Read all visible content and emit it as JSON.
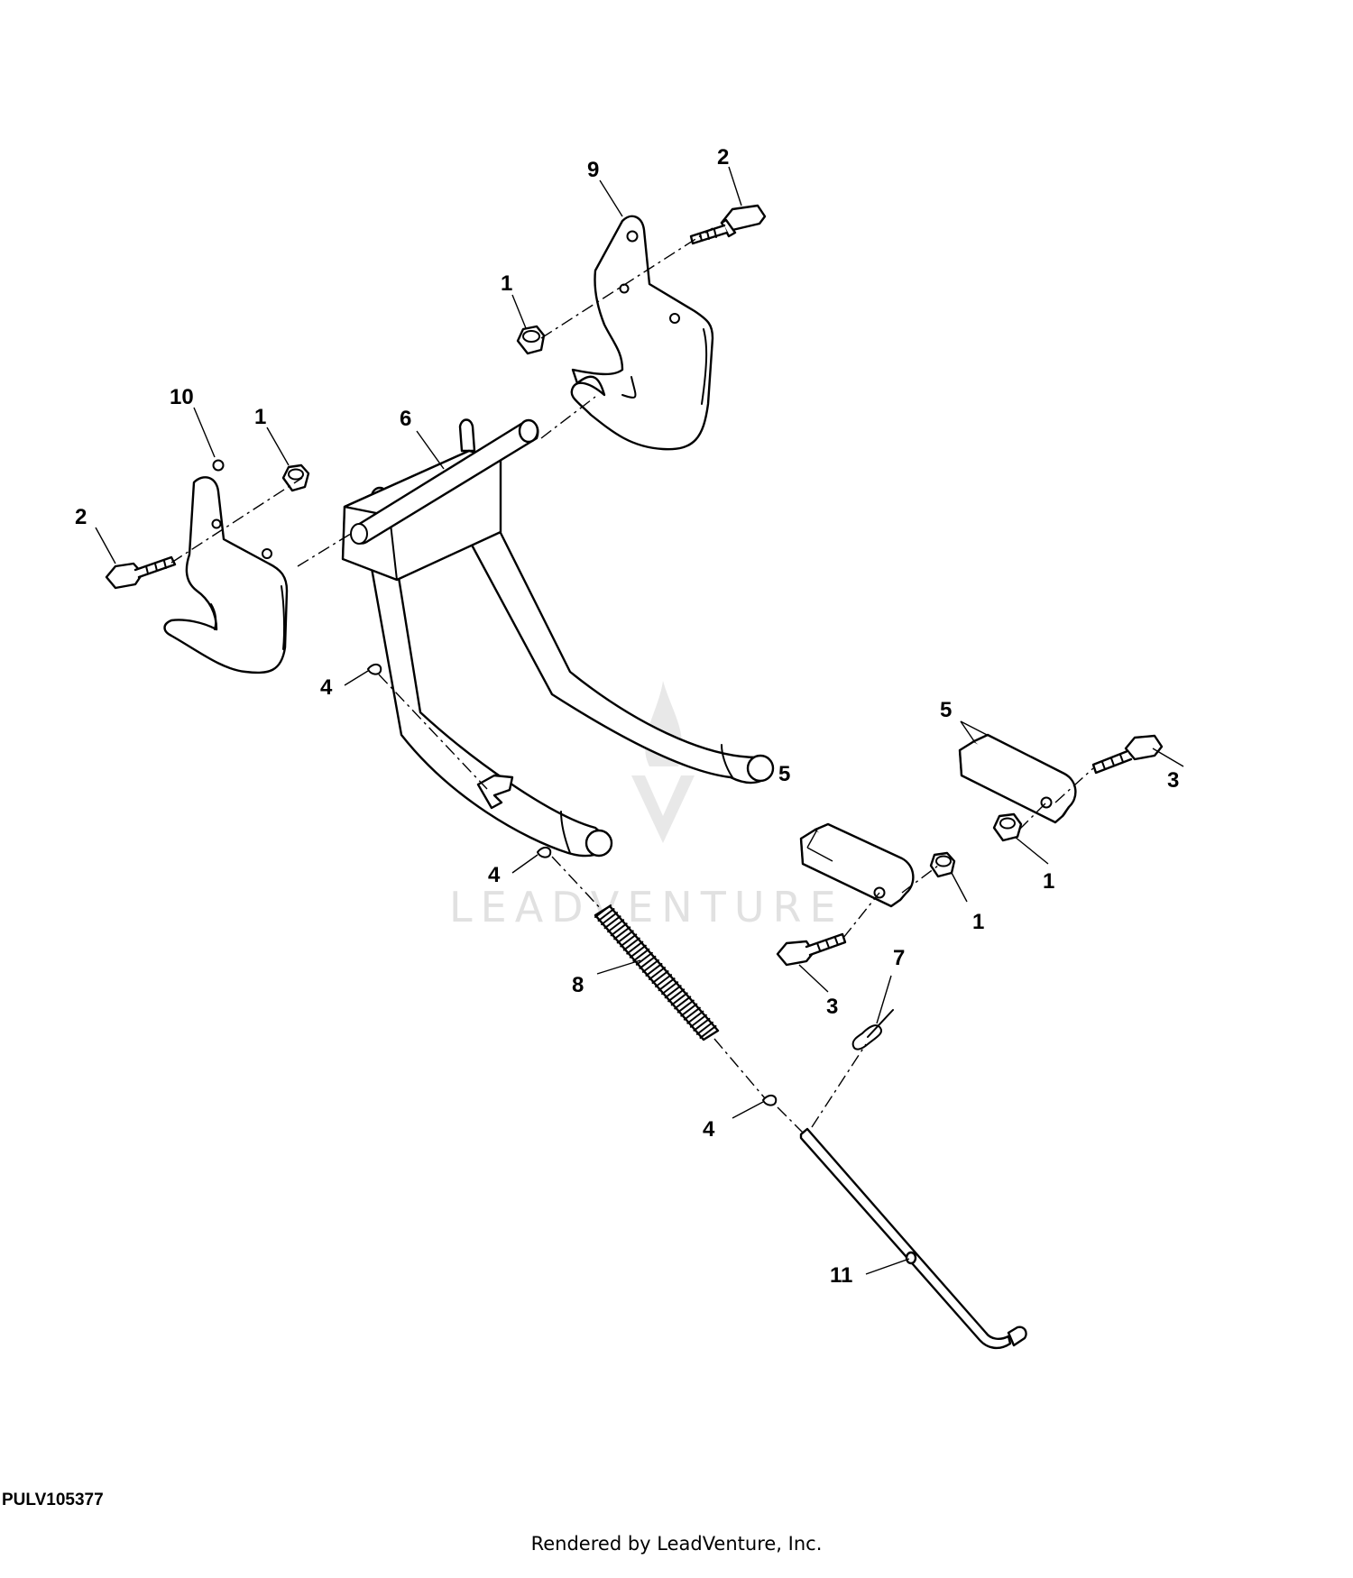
{
  "figure_id": "PULV105377",
  "render_credit": "Rendered by LeadVenture, Inc.",
  "watermark": "LEADVENTURE",
  "callouts": {
    "c9": "9",
    "c2a": "2",
    "c1a": "1",
    "c10": "10",
    "c1b": "1",
    "c6": "6",
    "c2b": "2",
    "c4a": "4",
    "c5a": "5",
    "c3a": "3",
    "c5b": "5",
    "c1c": "1",
    "c1d": "1",
    "c4b": "4",
    "c8": "8",
    "c3b": "3",
    "c7": "7",
    "c4c": "4",
    "c11": "11"
  }
}
